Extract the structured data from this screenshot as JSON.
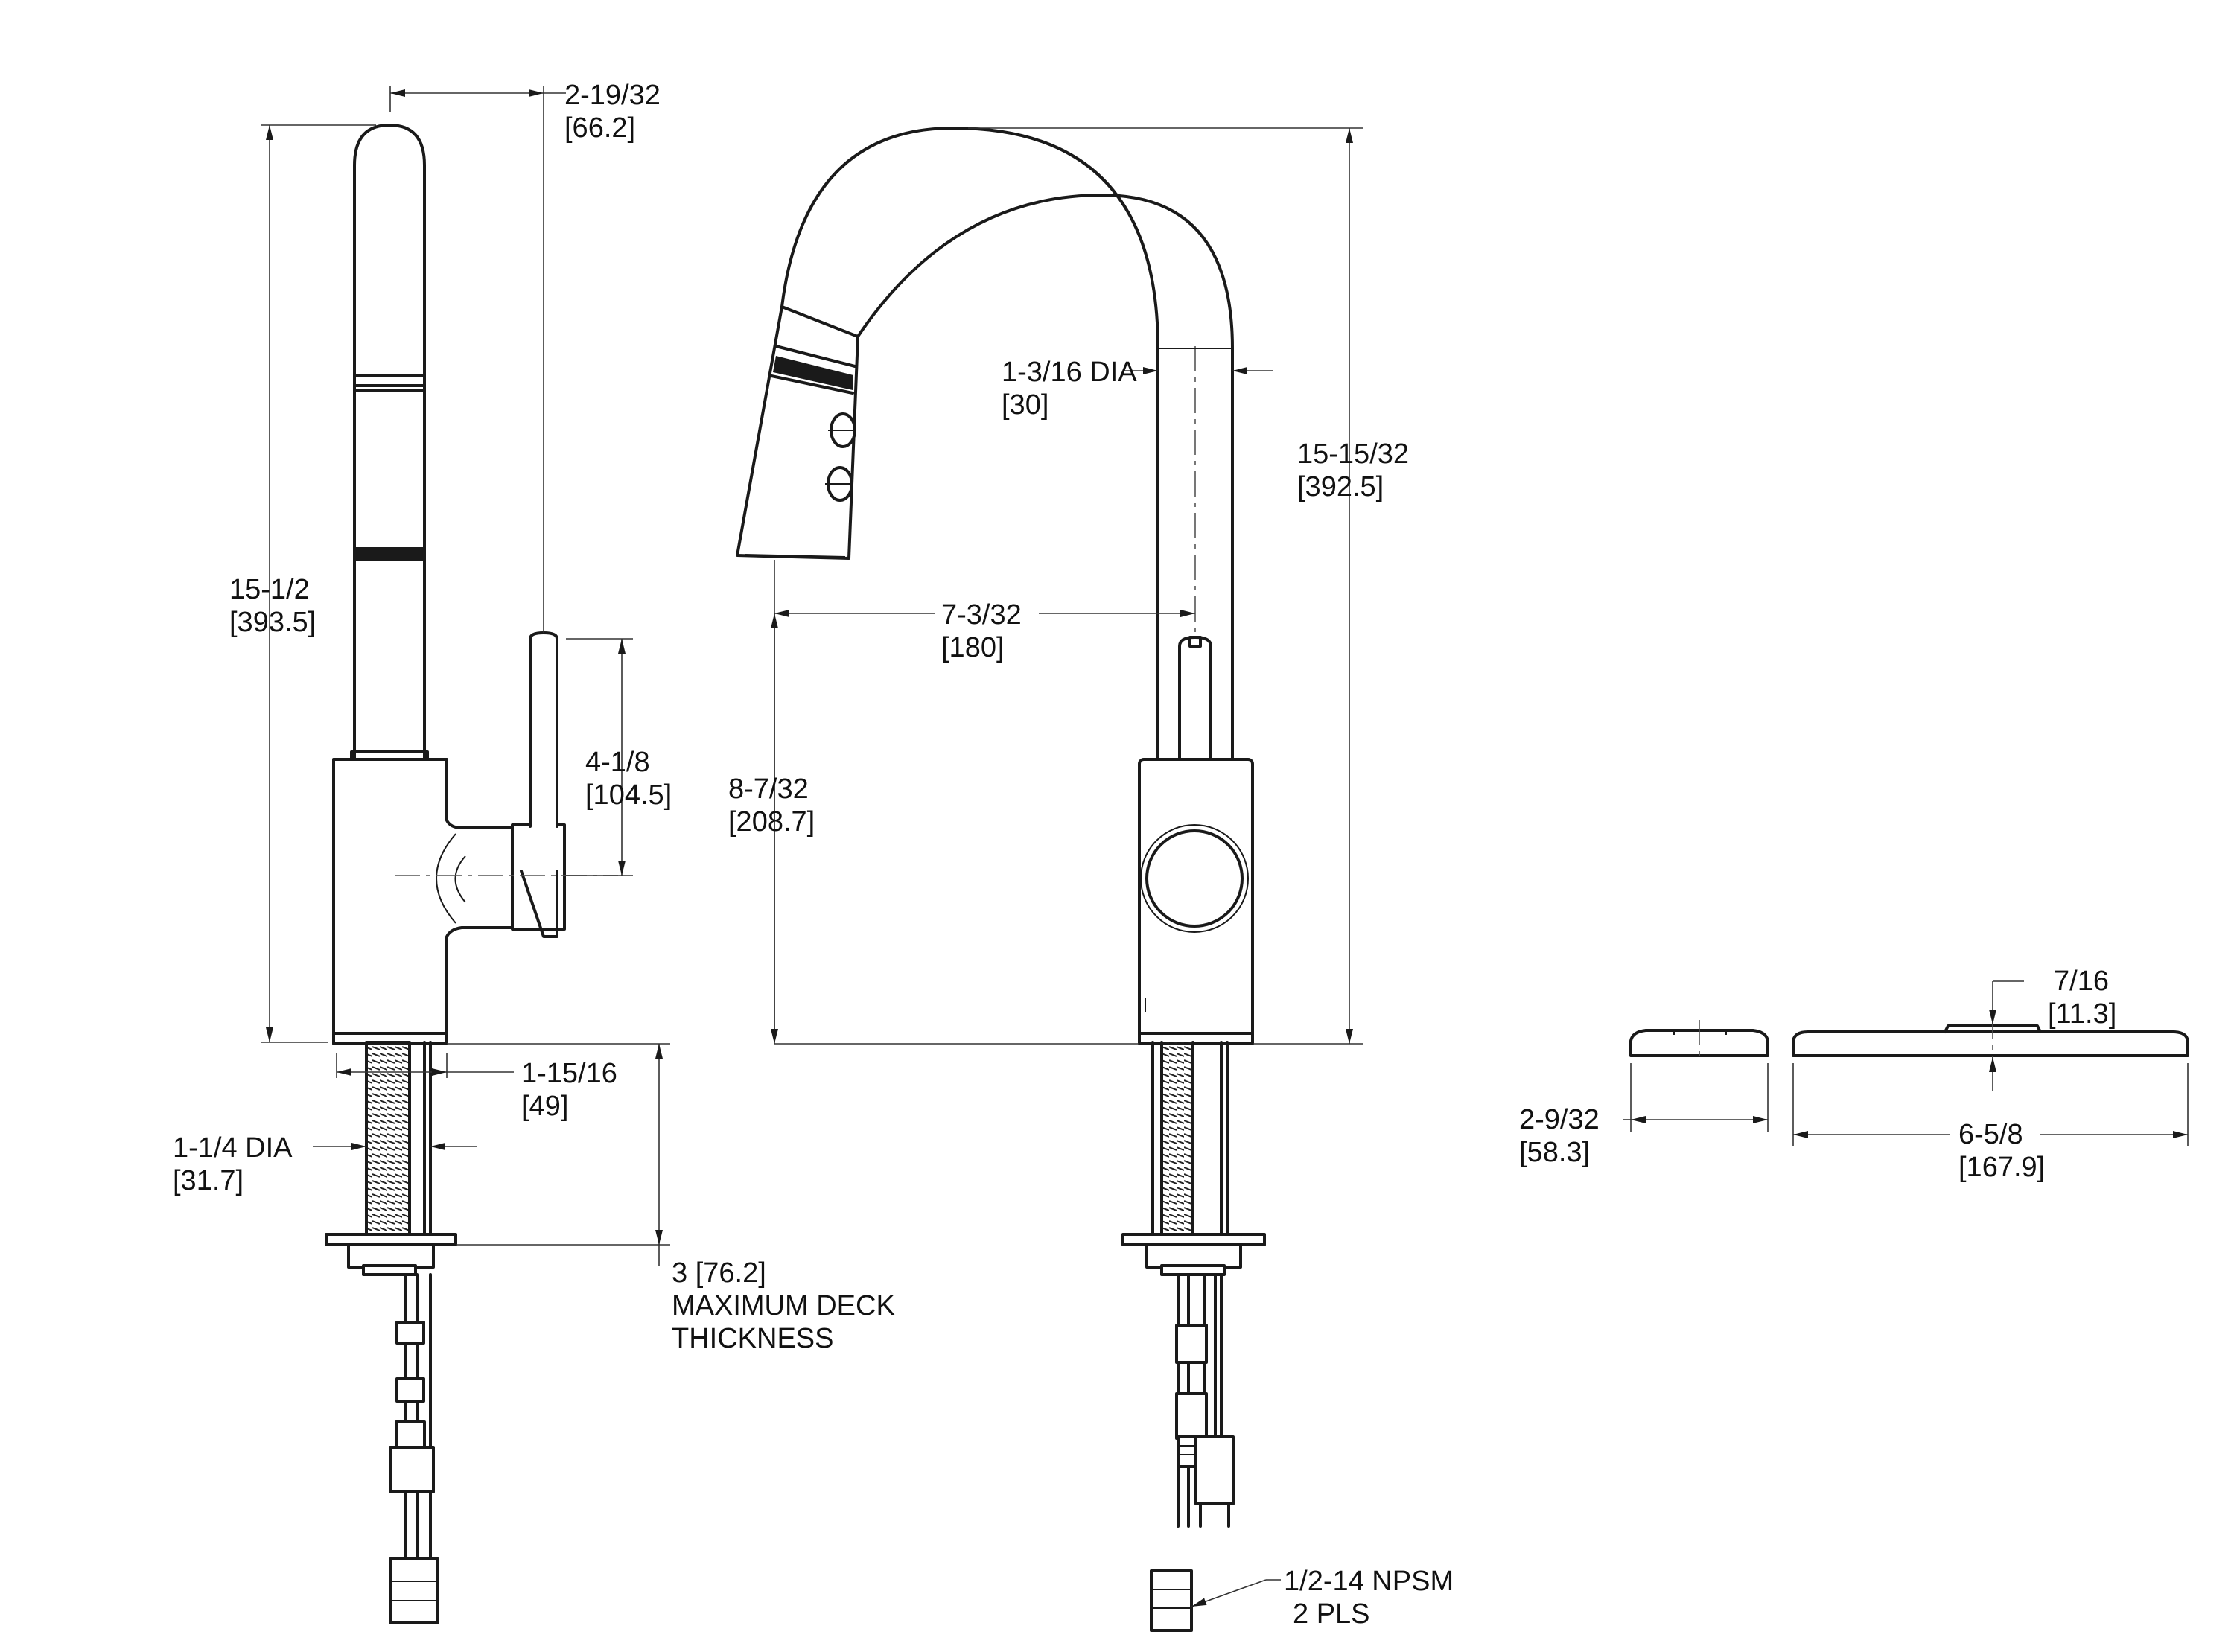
{
  "dimensions": {
    "side_width": {
      "frac": "2-19/32",
      "mm": "[66.2]"
    },
    "side_height": {
      "frac": "15-1/2",
      "mm": "[393.5]"
    },
    "handle_height": {
      "frac": "4-1/8",
      "mm": "[104.5]"
    },
    "shank_span": {
      "frac": "1-15/16",
      "mm": "[49]"
    },
    "shank_dia": {
      "frac": "1-1/4 DIA",
      "mm": "[31.7]"
    },
    "deck": {
      "line1": "3 [76.2]",
      "line2": "MAXIMUM DECK",
      "line3": "THICKNESS"
    },
    "spout_dia": {
      "frac": "1-3/16 DIA",
      "mm": "[30]"
    },
    "front_height": {
      "frac": "15-15/32",
      "mm": "[392.5]"
    },
    "reach": {
      "frac": "7-3/32",
      "mm": "[180]"
    },
    "clearance": {
      "frac": "8-7/32",
      "mm": "[208.7]"
    },
    "thread": {
      "line1": "1/2-14 NPSM",
      "line2": "2 PLS"
    },
    "small_plate": {
      "frac": "2-9/32",
      "mm": "[58.3]"
    },
    "plate_height": {
      "frac": "7/16",
      "mm": "[11.3]"
    },
    "large_plate": {
      "frac": "6-5/8",
      "mm": "[167.9]"
    }
  }
}
